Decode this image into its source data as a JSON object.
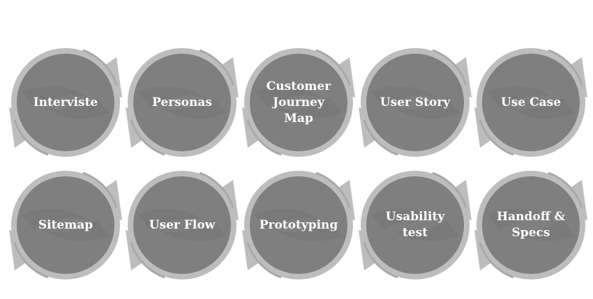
{
  "colors": {
    "ring": "#bdbdbd",
    "ring_dark": "#a9a9a9",
    "disc": "#7f7f7f",
    "disc_dark": "#737373",
    "text": "#ffffff"
  },
  "steps": [
    {
      "label": "Interviste"
    },
    {
      "label": "Personas"
    },
    {
      "label": "Customer\nJourney\nMap"
    },
    {
      "label": "User Story"
    },
    {
      "label": "Use Case"
    },
    {
      "label": "Sitemap"
    },
    {
      "label": "User Flow"
    },
    {
      "label": "Prototyping"
    },
    {
      "label": "Usability\ntest"
    },
    {
      "label": "Handoff &\nSpecs"
    }
  ]
}
